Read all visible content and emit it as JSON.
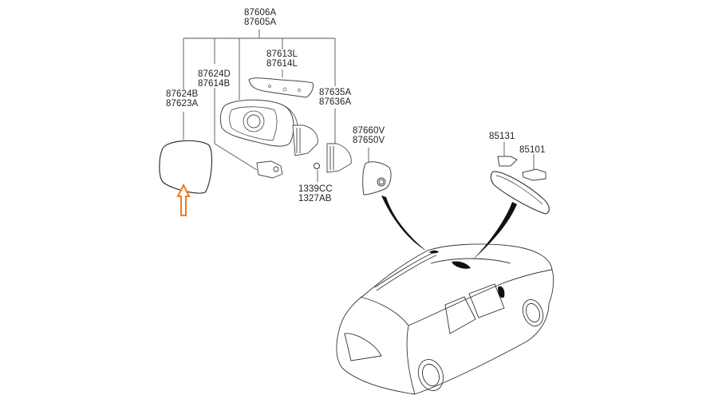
{
  "diagram": {
    "title": "Mirror assembly parts diagram",
    "labels": {
      "assembly": [
        "87606A",
        "87605A"
      ],
      "cover": [
        "87613L",
        "87614L"
      ],
      "actuator": [
        "87624D",
        "87614B"
      ],
      "mirror_glass": [
        "87624B",
        "87623A"
      ],
      "gasket": [
        "87635A",
        "87636A"
      ],
      "nut": [
        "1339CC",
        "1327AB"
      ],
      "interior_cover": [
        "87660V",
        "87650V"
      ],
      "rearview_cover": [
        "85131"
      ],
      "rearview_bracket": [
        "85101"
      ]
    },
    "highlight": {
      "target": "mirror_glass",
      "arrow_color": "#f07a22"
    },
    "colors": {
      "line": "#333333",
      "callout": "#111111",
      "text": "#222222"
    }
  }
}
